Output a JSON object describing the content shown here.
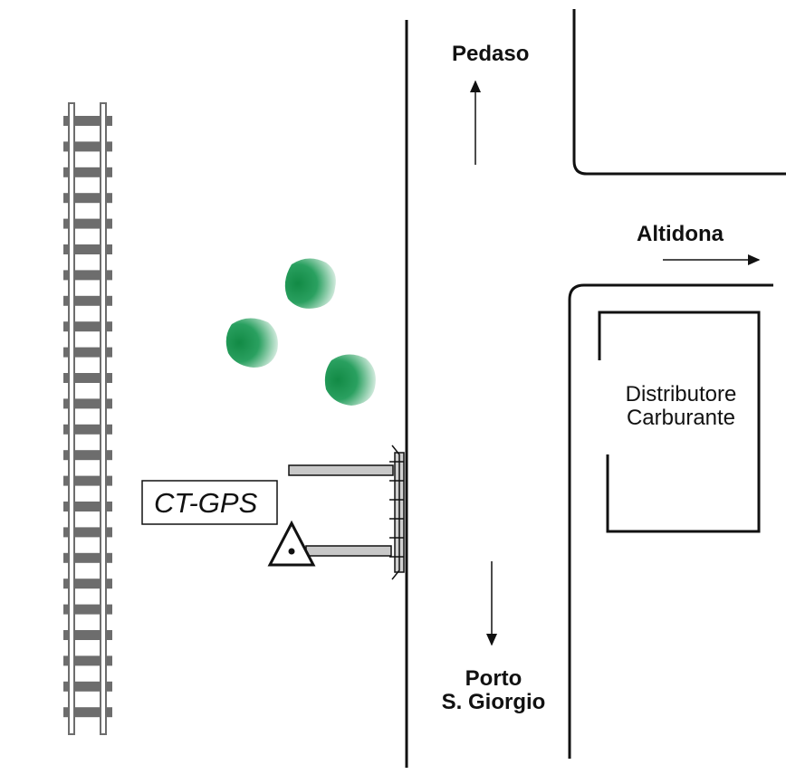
{
  "labels": {
    "pedaso": "Pedaso",
    "altidona": "Altidona",
    "porto_line1": "Porto",
    "porto_line2": "S. Giorgio",
    "station_line1": "Distributore",
    "station_line2": "Carburante",
    "ct_gps": "CT-GPS"
  },
  "colors": {
    "rail": "#6d6d6d",
    "tree": "#1f9a55",
    "pipe": "#c8c8c8"
  }
}
